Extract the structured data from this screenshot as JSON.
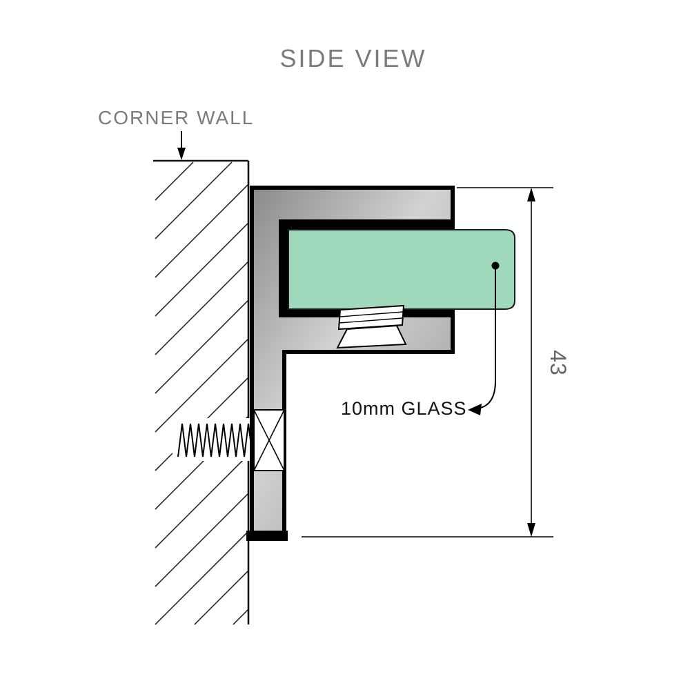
{
  "texts": {
    "title": "SIDE VIEW",
    "corner_wall": "CORNER WALL",
    "glass_label": "10mm GLASS",
    "dimension": "43"
  },
  "colors": {
    "glass": "#a0d8bb",
    "label_gray": "#7b7b7b",
    "glass_text": "#141414",
    "dimension_gray": "#666666",
    "outline": "#000000",
    "bracket_gray": "#b3b3b3"
  }
}
